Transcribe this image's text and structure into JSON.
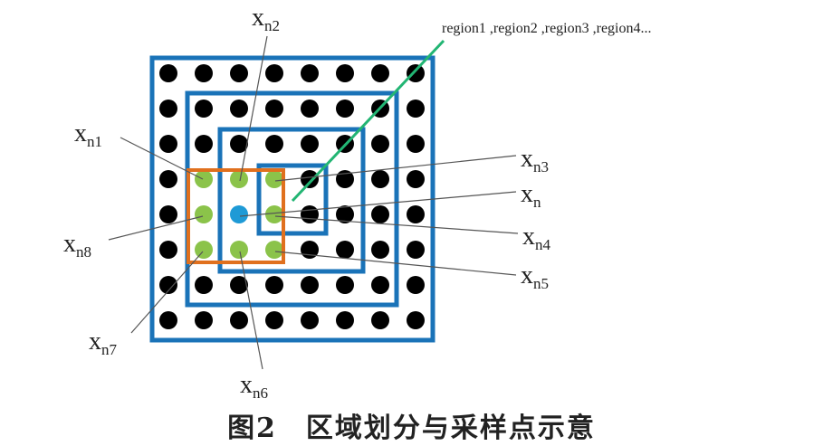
{
  "labels": {
    "xn1": "x",
    "xn1_sub": "n1",
    "xn2": "x",
    "xn2_sub": "n2",
    "xn3": "x",
    "xn3_sub": "n3",
    "xn": "x",
    "xn_sub": "n",
    "xn4": "x",
    "xn4_sub": "n4",
    "xn5": "x",
    "xn5_sub": "n5",
    "xn6": "x",
    "xn6_sub": "n6",
    "xn7": "x",
    "xn7_sub": "n7",
    "xn8": "x",
    "xn8_sub": "n8"
  },
  "region_label": "region1 ,region2 ,region3 ,region4...",
  "caption": "图2　区域划分与采样点示意",
  "colors": {
    "grid_dot": "#000000",
    "sample_dot": "#8bc34a",
    "center_dot": "#1e9ad6",
    "region_box": "#1a73b8",
    "sample_box": "#e0701e",
    "region_line": "#22b573",
    "leader_line": "#555555"
  }
}
